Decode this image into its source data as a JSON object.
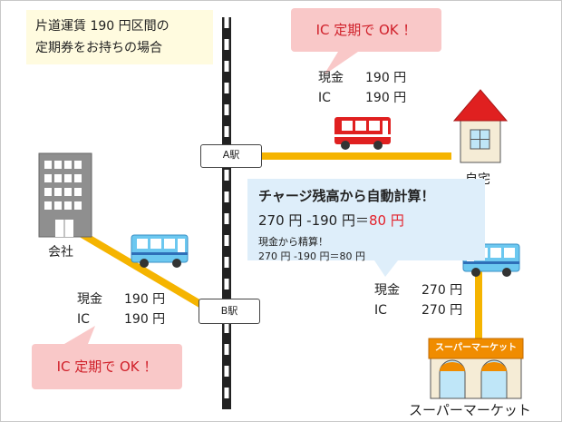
{
  "note": {
    "line1": "片道運賃 190 円区間の",
    "line2": "定期券をお持ちの場合"
  },
  "bubble_top": {
    "text": "IC 定期で OK ！"
  },
  "bubble_bottom": {
    "text": "IC 定期で OK ！"
  },
  "fare_top": {
    "cash_label": "現金",
    "cash_value": "190 円",
    "ic_label": "IC",
    "ic_value": "190 円"
  },
  "fare_left": {
    "cash_label": "現金",
    "cash_value": "190 円",
    "ic_label": "IC",
    "ic_value": "190 円"
  },
  "fare_right": {
    "cash_label": "現金",
    "cash_value": "270 円",
    "ic_label": "IC",
    "ic_value": "270 円"
  },
  "stations": {
    "a": "A駅",
    "b": "B駅"
  },
  "places": {
    "home": "自宅",
    "company": "会社",
    "supermarket": "スーパーマーケット",
    "supermarket_sign": "スーパーマーケット"
  },
  "charge": {
    "title": "チャージ残高から自動計算！",
    "formula": "270 円 -190 円＝",
    "result": "80 円",
    "note1": "現金から精算！",
    "note2": "270 円 -190 円＝80 円"
  },
  "colors": {
    "route": "#f5b400",
    "bubble": "#f9c8c8",
    "bubble_text": "#d0202a",
    "note_bg": "#fffbdf",
    "charge_bg": "#deeefa",
    "accent_red": "#e3202a",
    "bus_blue": "#6cc8f0",
    "bus_red": "#e02020"
  }
}
